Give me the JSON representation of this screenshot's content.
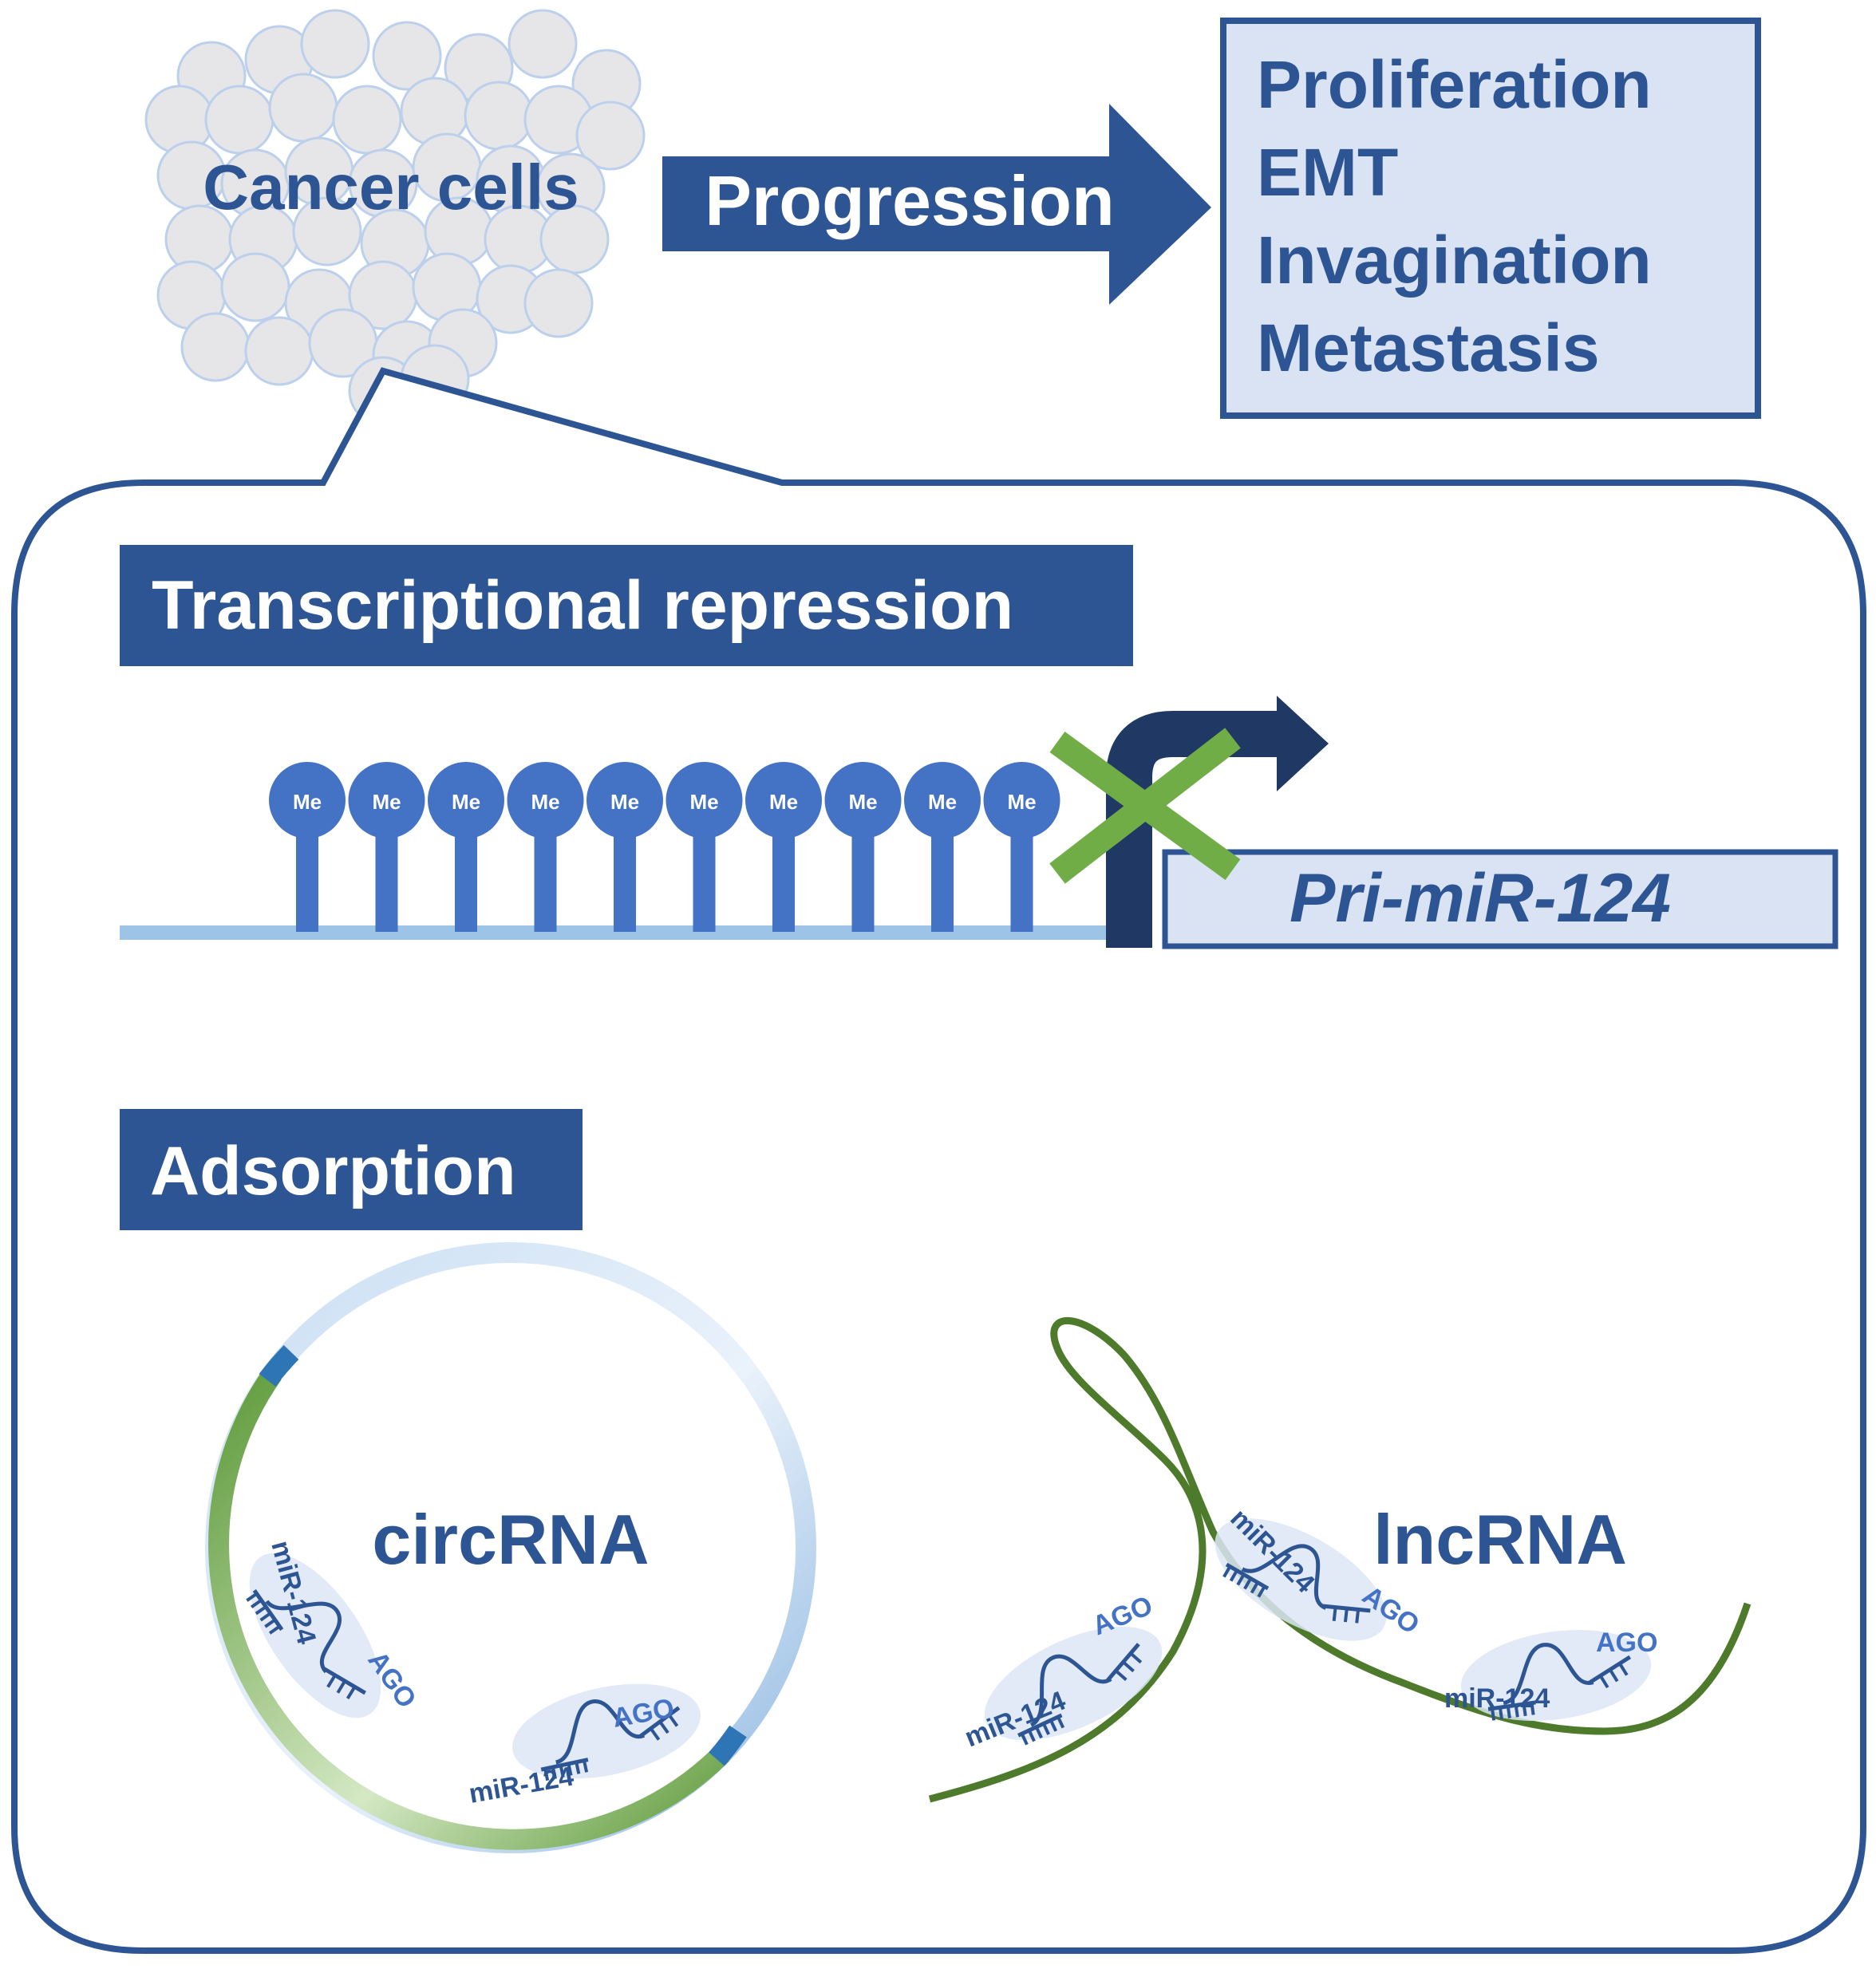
{
  "colors": {
    "navy": "#2E5593",
    "dark_navy": "#1F3864",
    "cell_fill": "#E6E6E9",
    "cell_stroke": "#BCD0EC",
    "light_box": "#DAE3F3",
    "pin_blue": "#4472C4",
    "line_light": "#9DC3E6",
    "green": "#70AD47",
    "dark_green": "#4E7A2B",
    "ago_fill": "#DCE6F4"
  },
  "cancer_cells": {
    "label": "Cancer cells"
  },
  "progression": {
    "label": "Progression"
  },
  "outcomes": {
    "items": [
      "Proliferation",
      "EMT",
      "Invagination",
      "Metastasis"
    ]
  },
  "transcriptional_repression": {
    "header": "Transcriptional repression",
    "methyl_label": "Me",
    "methyl_count": 10,
    "gene_label": "Pri-miR-124"
  },
  "adsorption": {
    "header": "Adsorption"
  },
  "circrna": {
    "label": "circRNA",
    "complexes": [
      {
        "mir": "miR-124",
        "ago": "AGO"
      },
      {
        "mir": "miR-124",
        "ago": "AGO"
      }
    ]
  },
  "lncrna": {
    "label": "lncRNA",
    "complexes": [
      {
        "mir": "miR-124",
        "ago": "AGO"
      },
      {
        "mir": "miR-124",
        "ago": "AGO"
      },
      {
        "mir": "miR-124",
        "ago": "AGO"
      }
    ]
  }
}
